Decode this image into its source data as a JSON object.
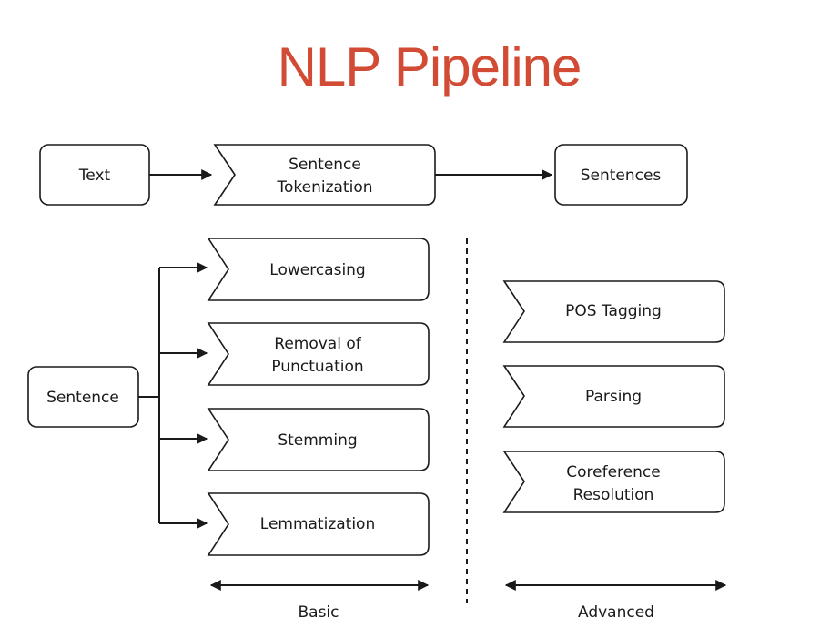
{
  "diagram": {
    "title": "NLP Pipeline",
    "top_row": {
      "input": "Text",
      "step": [
        "Sentence",
        "Tokenization"
      ],
      "output": "Sentences"
    },
    "sentence_input": "Sentence",
    "basic": {
      "label": "Basic",
      "steps": [
        {
          "lines": [
            "Lowercasing"
          ]
        },
        {
          "lines": [
            "Removal of",
            "Punctuation"
          ]
        },
        {
          "lines": [
            "Stemming"
          ]
        },
        {
          "lines": [
            "Lemmatization"
          ]
        }
      ]
    },
    "advanced": {
      "label": "Advanced",
      "steps": [
        {
          "lines": [
            "POS Tagging"
          ]
        },
        {
          "lines": [
            "Parsing"
          ]
        },
        {
          "lines": [
            "Coreference",
            "Resolution"
          ]
        }
      ]
    },
    "colors": {
      "title": "#d24c35",
      "stroke": "#1a1a1a"
    }
  }
}
